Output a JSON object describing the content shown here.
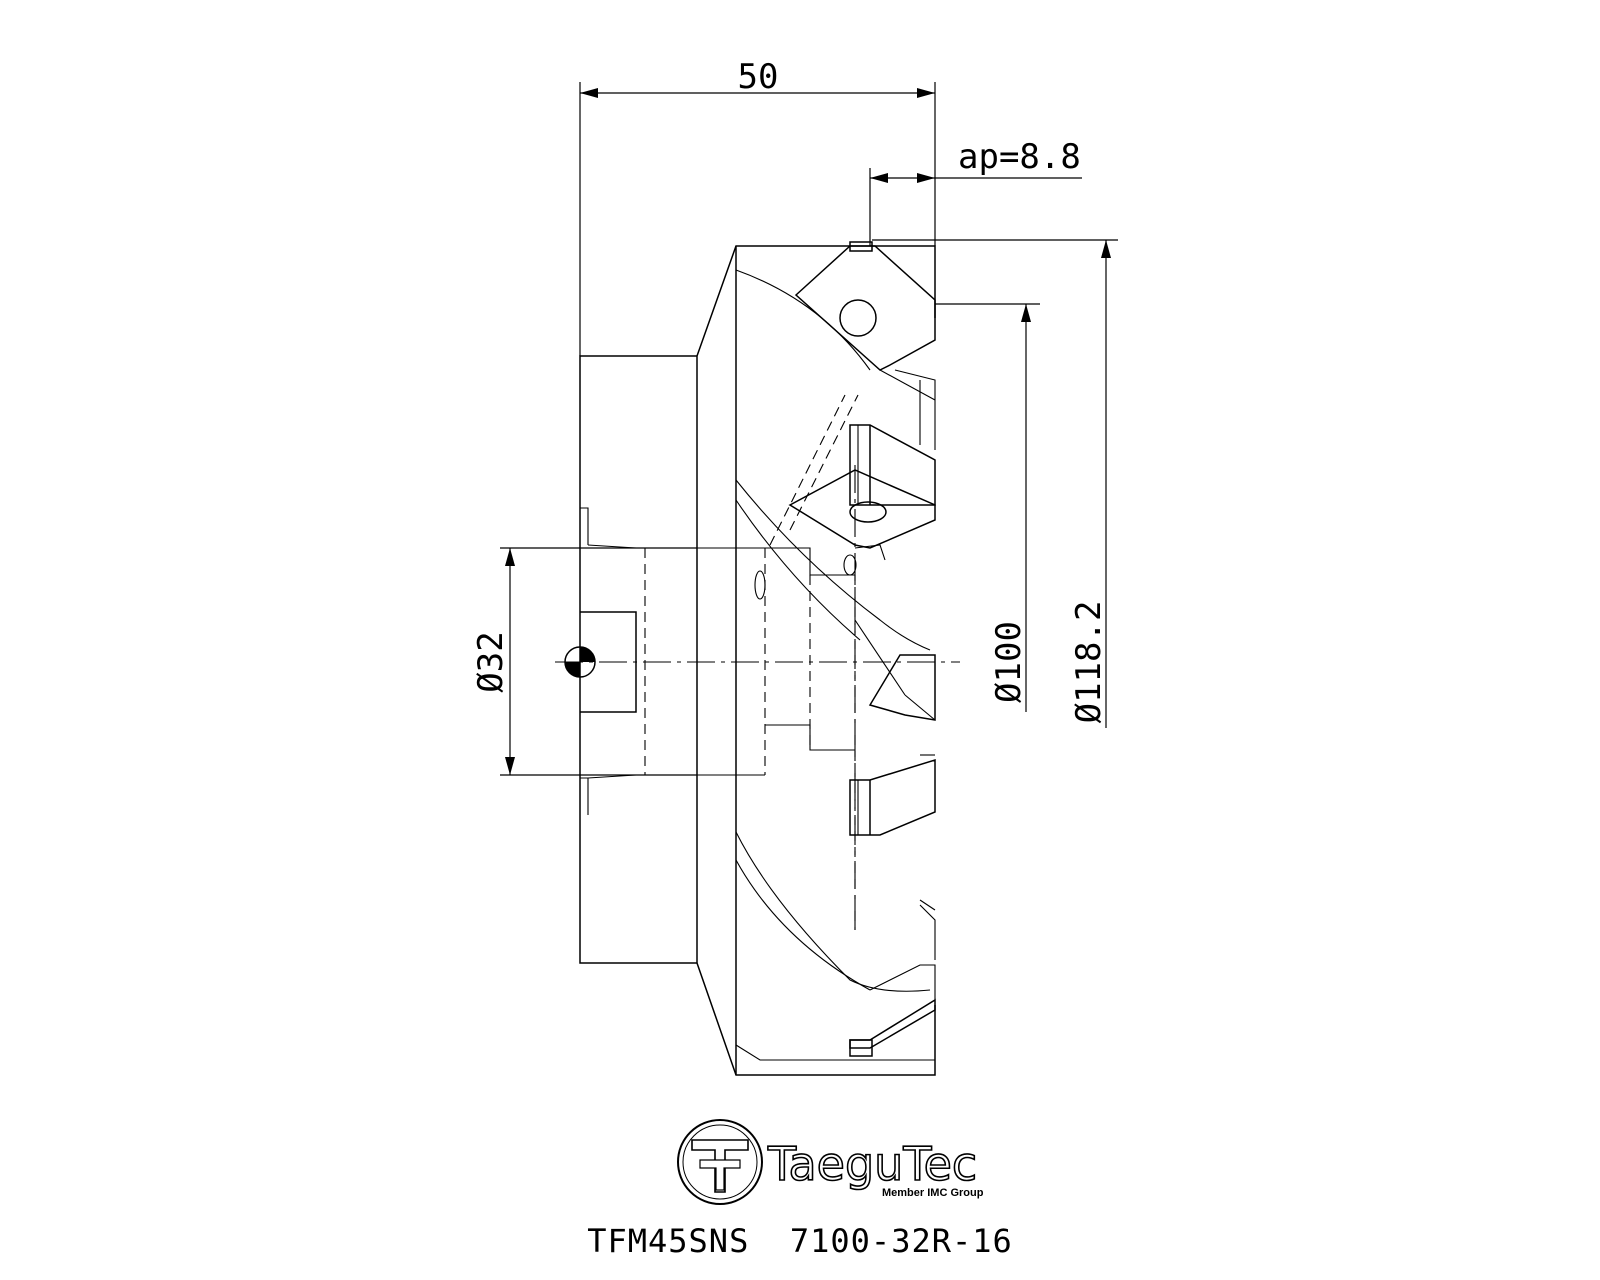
{
  "dimensions": {
    "overall_length": "50",
    "depth_of_cut": "ap=8.8",
    "bore_diameter": "Ø32",
    "cutter_diameter": "Ø100",
    "max_diameter": "Ø118.2"
  },
  "logo": {
    "brand": "TaeguTec",
    "tagline": "Member IMC Group"
  },
  "title_block": {
    "part_number": "TFM45SNS  7100-32R-16"
  }
}
